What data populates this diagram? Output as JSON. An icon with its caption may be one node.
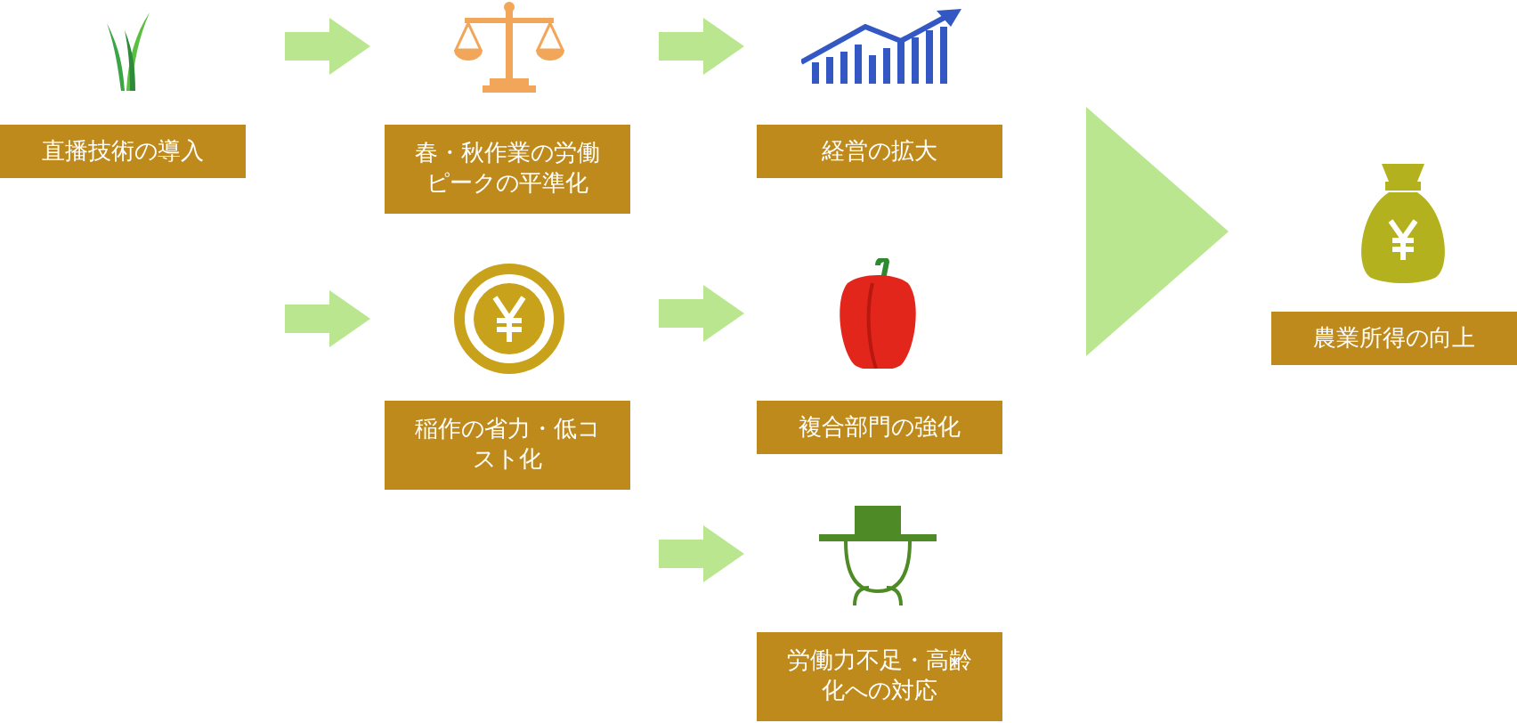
{
  "diagram": {
    "nodes": [
      {
        "text": [
          "直播技術の導入"
        ]
      },
      {
        "text": [
          "春・秋作業の労働ピークの平準化"
        ]
      },
      {
        "text": [
          "経営の拡大"
        ]
      },
      {
        "text": [
          "稲作の省力・低コスト化"
        ]
      },
      {
        "text": [
          "複合部門の強化"
        ]
      },
      {
        "text": [
          "労働力不足・高齢化への対応"
        ]
      },
      {
        "text": [
          "農業所得の向上"
        ]
      }
    ],
    "edges": [
      {
        "from": 0,
        "to": 1,
        "arrow": "to"
      },
      {
        "from": null,
        "to": 3,
        "arrow": "to"
      },
      {
        "from": 1,
        "to": 2,
        "arrow": "to"
      },
      {
        "from": 3,
        "to": 4,
        "arrow": "to"
      },
      {
        "from": 3,
        "to": 5,
        "arrow": "to"
      },
      {
        "from": null,
        "to": 6,
        "arrow": "to"
      }
    ]
  }
}
